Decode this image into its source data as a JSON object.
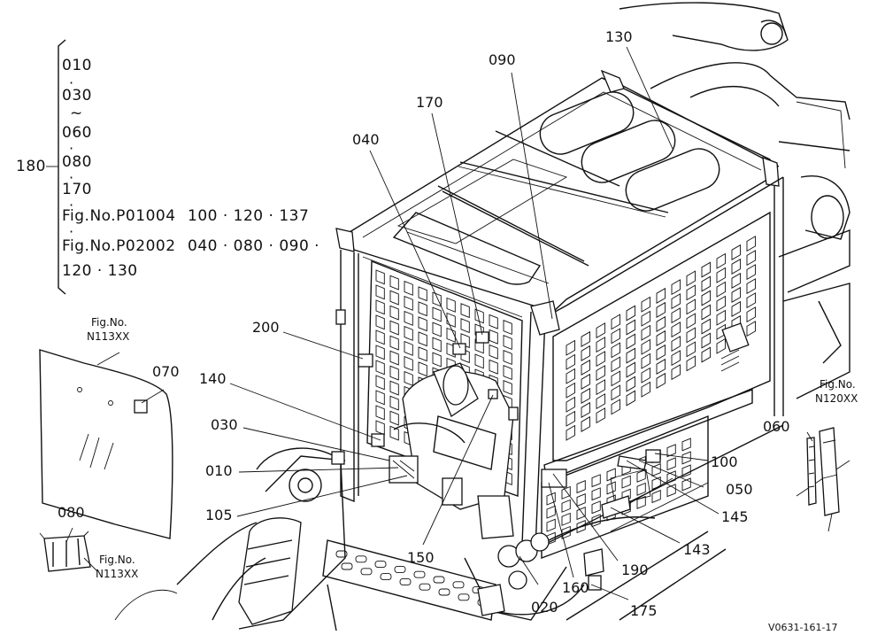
{
  "legend": {
    "group_label": "180",
    "items": [
      "010",
      "030",
      "060",
      "080",
      "170"
    ],
    "sep_dot": "·",
    "sep_tilde": "~",
    "ref1_fig": "Fig.No.P01004",
    "ref1_parts": "100 · 120 · 137",
    "ref2_fig": "Fig.No.P02002",
    "ref2_parts_line1": "040 · 080 · 090 ·",
    "ref2_parts_line2": "120 · 130"
  },
  "callouts": {
    "c130": "130",
    "c090": "090",
    "c170": "170",
    "c040": "040",
    "c200": "200",
    "c140": "140",
    "c030": "030",
    "c010": "010",
    "c105": "105",
    "c150": "150",
    "c020": "020",
    "c160": "160",
    "c190": "190",
    "c175": "175",
    "c143": "143",
    "c145": "145",
    "c050": "050",
    "c100": "100",
    "c070": "070",
    "c080": "080",
    "c060": "060"
  },
  "fig_refs": {
    "glass_top_fig": "Fig.No.",
    "glass_top_num": "N113XX",
    "bracket_fig": "Fig.No.",
    "bracket_num": "N113XX",
    "right_fig": "Fig.No.",
    "right_num": "N120XX"
  },
  "drawing_code": "V0631-161-17"
}
